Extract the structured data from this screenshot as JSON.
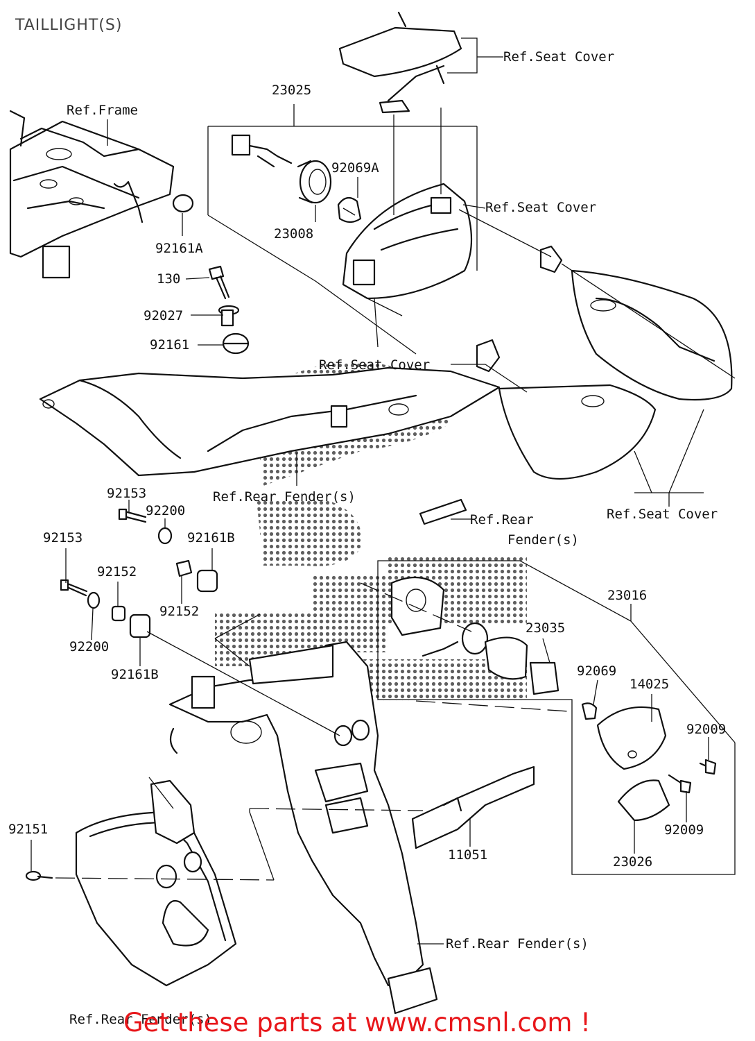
{
  "title": "TAILLIGHT(S)",
  "promo": "Get these parts at www.cmsnl.com !",
  "colors": {
    "promo": "#e8161a",
    "title": "#444444",
    "watermark": "#bbbbbb"
  },
  "labels": [
    {
      "id": "ref-seat-cover-top",
      "text": "Ref.Seat Cover"
    },
    {
      "id": "p23025",
      "text": "23025"
    },
    {
      "id": "ref-frame",
      "text": "Ref.Frame"
    },
    {
      "id": "p92069a",
      "text": "92069A"
    },
    {
      "id": "ref-seat-cover-2",
      "text": "Ref.Seat Cover"
    },
    {
      "id": "p23008",
      "text": "23008"
    },
    {
      "id": "p92161a",
      "text": "92161A"
    },
    {
      "id": "p130",
      "text": "130"
    },
    {
      "id": "p92027",
      "text": "92027"
    },
    {
      "id": "p92161",
      "text": "92161"
    },
    {
      "id": "ref-seat-cover-3",
      "text": "Ref.Seat Cover"
    },
    {
      "id": "ref-rear-fender-1",
      "text": "Ref.Rear Fender(s)"
    },
    {
      "id": "p92153a",
      "text": "92153"
    },
    {
      "id": "p92200a",
      "text": "92200"
    },
    {
      "id": "ref-rear-2a",
      "text": "Ref.Rear"
    },
    {
      "id": "ref-rear-2b",
      "text": "Fender(s)"
    },
    {
      "id": "ref-seat-cover-4",
      "text": "Ref.Seat Cover"
    },
    {
      "id": "p92153b",
      "text": "92153"
    },
    {
      "id": "p92161b1",
      "text": "92161B"
    },
    {
      "id": "p92152a",
      "text": "92152"
    },
    {
      "id": "p23016",
      "text": "23016"
    },
    {
      "id": "p92152b",
      "text": "92152"
    },
    {
      "id": "p92200b",
      "text": "92200"
    },
    {
      "id": "p23035",
      "text": "23035"
    },
    {
      "id": "p92161b2",
      "text": "92161B"
    },
    {
      "id": "p92069",
      "text": "92069"
    },
    {
      "id": "p14025",
      "text": "14025"
    },
    {
      "id": "p92009a",
      "text": "92009"
    },
    {
      "id": "p92009b",
      "text": "92009"
    },
    {
      "id": "p92151",
      "text": "92151"
    },
    {
      "id": "p11051",
      "text": "11051"
    },
    {
      "id": "p23026",
      "text": "23026"
    },
    {
      "id": "ref-rear-fender-3",
      "text": "Ref.Rear Fender(s)"
    },
    {
      "id": "ref-rear-fender-4",
      "text": "Ref.Rear Fender(s)"
    }
  ]
}
